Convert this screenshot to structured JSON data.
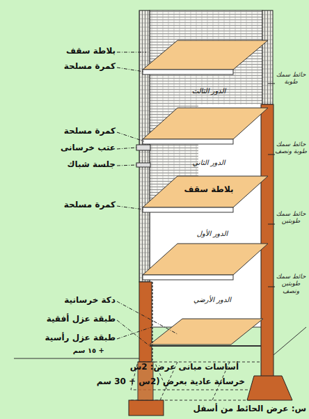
{
  "diagram": {
    "labels": [
      "بلاطة سقف",
      "كمرة مسلحة",
      "كمرة مسلحة",
      "عتب خرسانى",
      "جلسة شباك",
      "بلاطة سقف",
      "كمرة مسلحة",
      "دكة خرسانية",
      "طبقة عزل أفقية",
      "طبقة عزل رأسية",
      "أساسات مبانى عرض: 2س",
      "خرسانة عادية بعرض (2س + 30 سم",
      "س: عرض الحائط من أسفل",
      "+ ١٥ سم",
      "الدور الثالث",
      "الدور الثاني",
      "الدور الأول",
      "الدور الأرضي",
      "حائط سمك طوبة",
      "حائط سمك طوبة ونصف",
      "حائط سمك طوبتين",
      "حائط سمك طوبتين ونصف"
    ]
  }
}
